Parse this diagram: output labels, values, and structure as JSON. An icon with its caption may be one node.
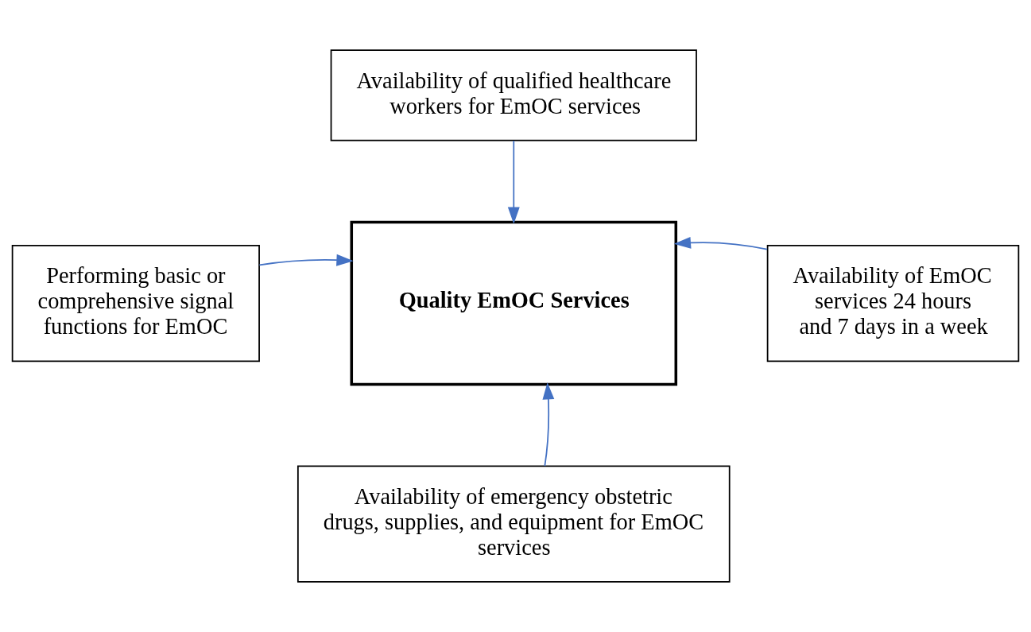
{
  "diagram": {
    "nodes": [
      {
        "text": [
          "Availability of qualified healthcare workers for EmOC services"
        ]
      },
      {
        "text": [
          "Availability of EmOC services 24 hours and 7 days in a week"
        ]
      },
      {
        "text": [
          "Performing basic or comprehensive signal functions for EmOC"
        ]
      },
      {
        "text": [
          "Quality EmOC Services"
        ]
      },
      {
        "text": [
          "Availability of emergency obstetric drugs, supplies, and equipment for EmOC services"
        ]
      }
    ],
    "edges": [
      {
        "from": 0,
        "to": 3,
        "arrow": "to"
      },
      {
        "from": 1,
        "to": 3,
        "arrow": "to"
      },
      {
        "from": 2,
        "to": 3,
        "arrow": "to"
      },
      {
        "from": 4,
        "to": 3,
        "arrow": "to"
      }
    ]
  }
}
